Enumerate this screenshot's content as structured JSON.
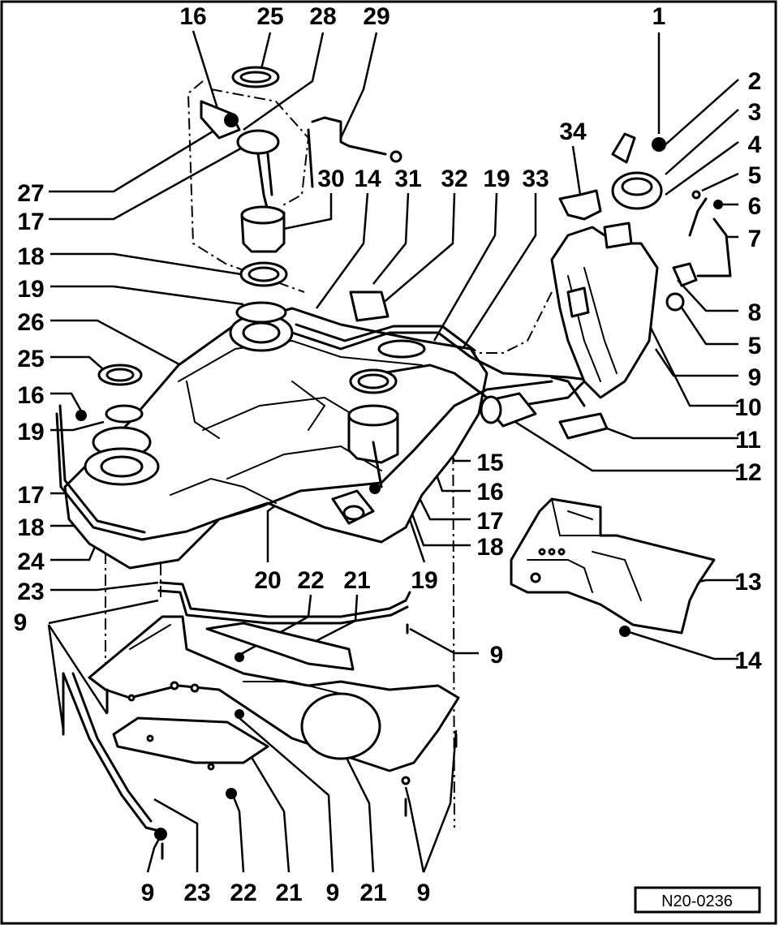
{
  "figure_code": "N20-0236",
  "callouts": [
    {
      "text": "16"
    },
    {
      "text": "25"
    },
    {
      "text": "28"
    },
    {
      "text": "29"
    },
    {
      "text": "1"
    },
    {
      "text": "2"
    },
    {
      "text": "3"
    },
    {
      "text": "4"
    },
    {
      "text": "5"
    },
    {
      "text": "6"
    },
    {
      "text": "7"
    },
    {
      "text": "34"
    },
    {
      "text": "27"
    },
    {
      "text": "17"
    },
    {
      "text": "30"
    },
    {
      "text": "14"
    },
    {
      "text": "31"
    },
    {
      "text": "32"
    },
    {
      "text": "19"
    },
    {
      "text": "33"
    },
    {
      "text": "18"
    },
    {
      "text": "19"
    },
    {
      "text": "26"
    },
    {
      "text": "25"
    },
    {
      "text": "16"
    },
    {
      "text": "19"
    },
    {
      "text": "17"
    },
    {
      "text": "18"
    },
    {
      "text": "24"
    },
    {
      "text": "8"
    },
    {
      "text": "5"
    },
    {
      "text": "9"
    },
    {
      "text": "10"
    },
    {
      "text": "11"
    },
    {
      "text": "12"
    },
    {
      "text": "15"
    },
    {
      "text": "16"
    },
    {
      "text": "17"
    },
    {
      "text": "18"
    },
    {
      "text": "20"
    },
    {
      "text": "22"
    },
    {
      "text": "21"
    },
    {
      "text": "19"
    },
    {
      "text": "13"
    },
    {
      "text": "23"
    },
    {
      "text": "9"
    },
    {
      "text": "9"
    },
    {
      "text": "14"
    },
    {
      "text": "9"
    },
    {
      "text": "23"
    },
    {
      "text": "22"
    },
    {
      "text": "21"
    },
    {
      "text": "9"
    },
    {
      "text": "21"
    },
    {
      "text": "9"
    }
  ]
}
